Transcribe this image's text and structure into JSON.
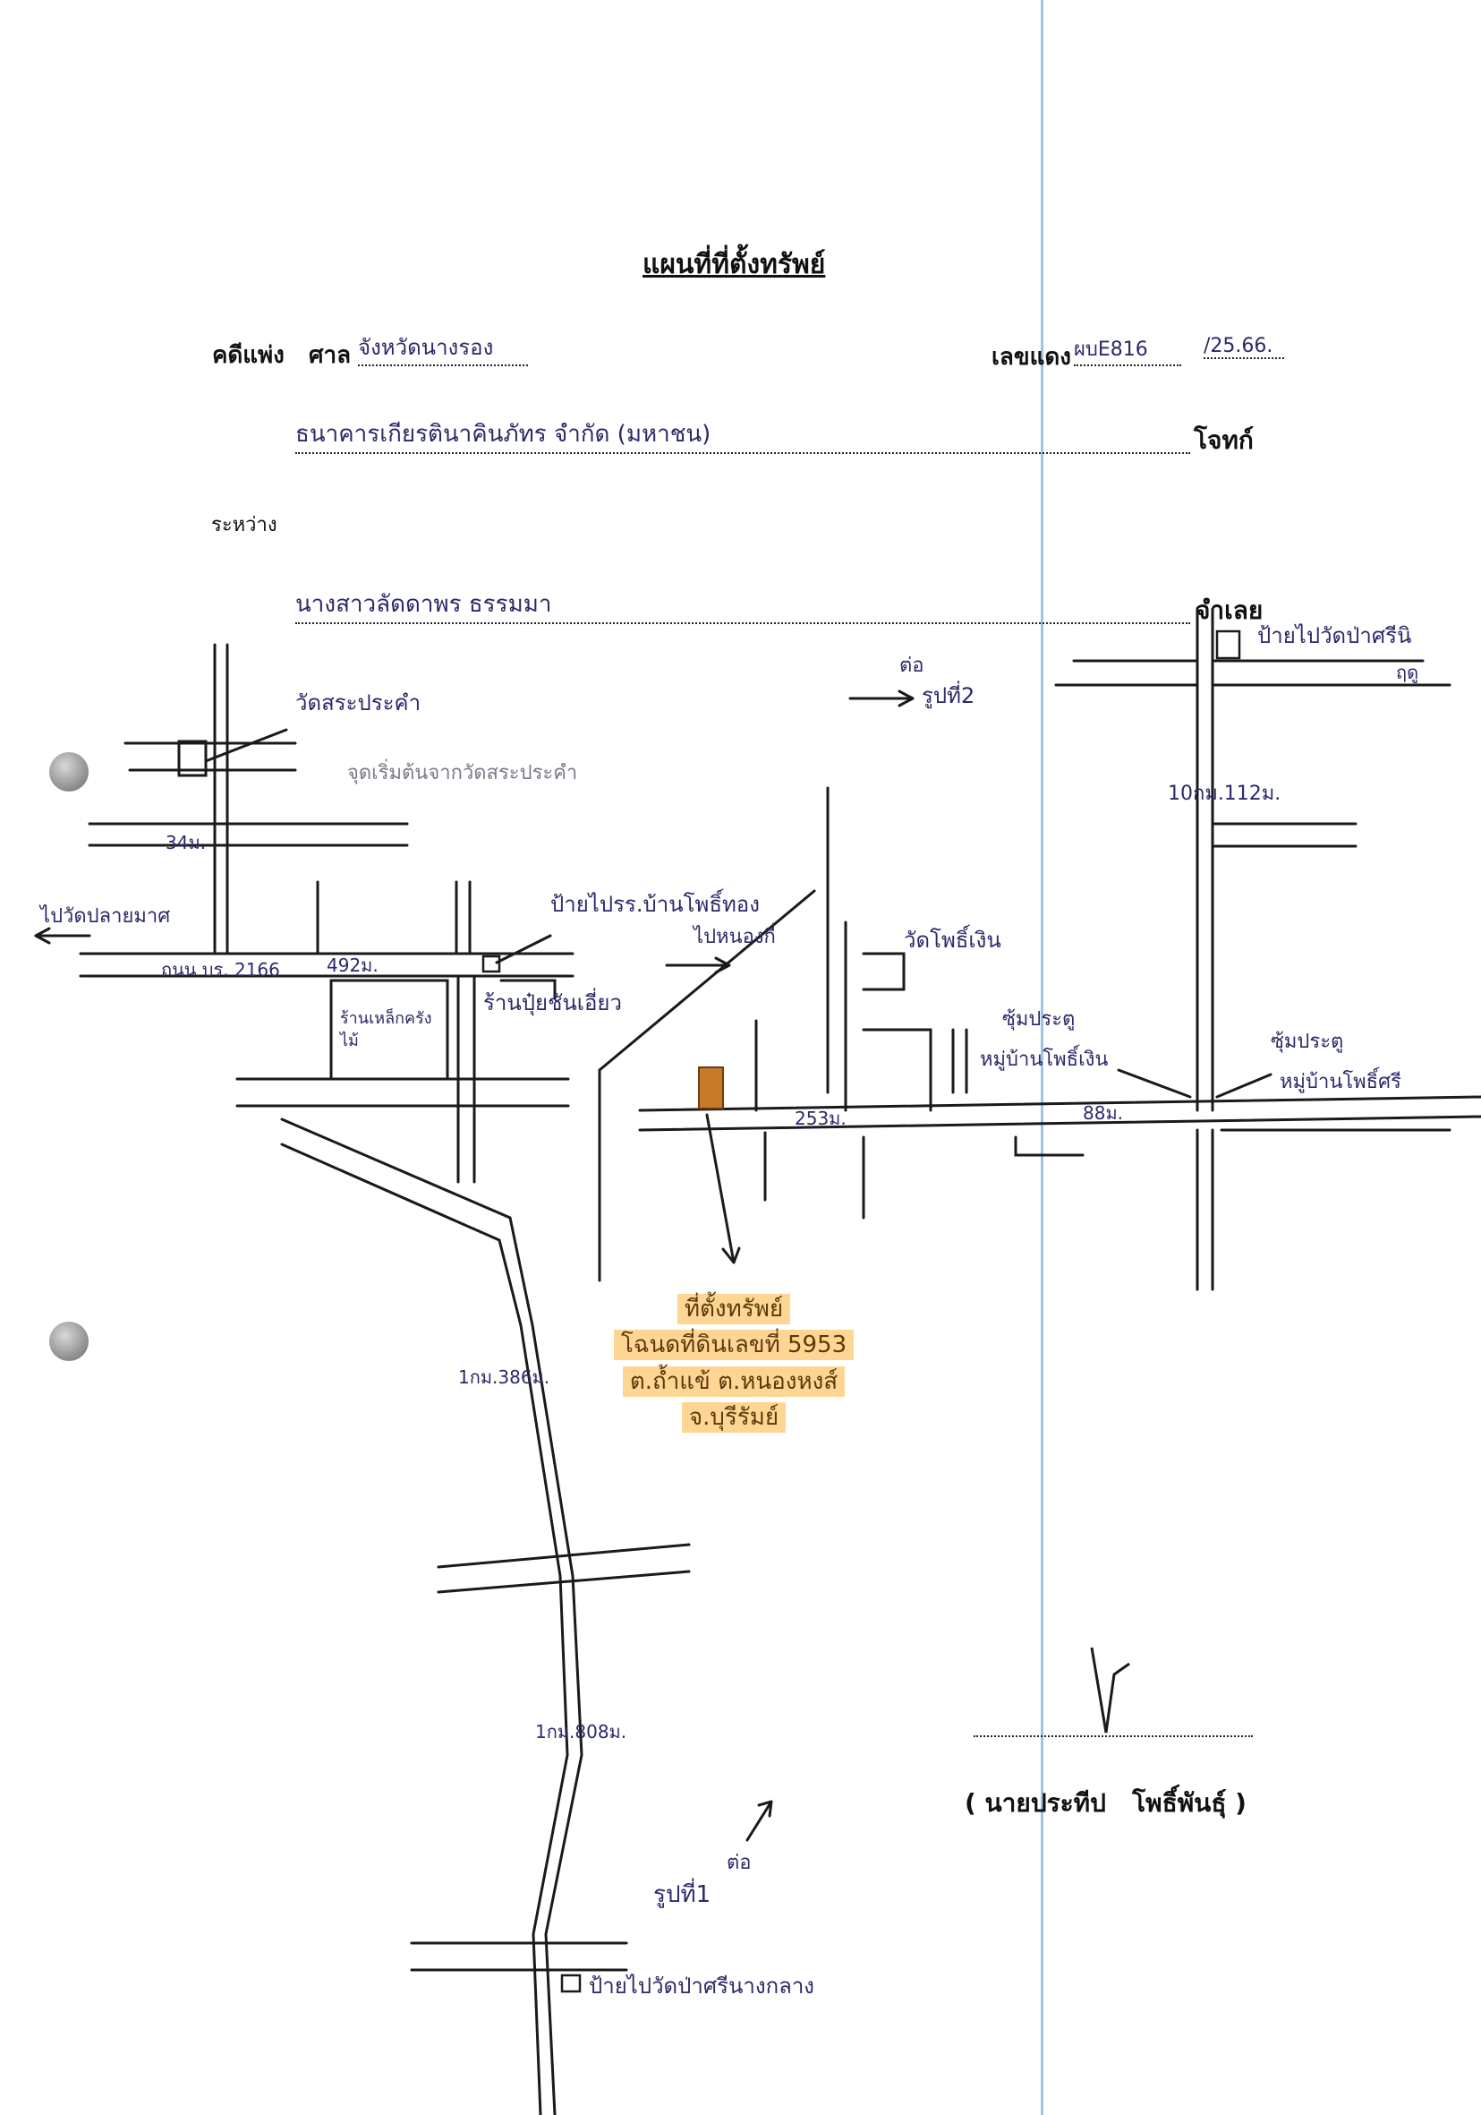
{
  "document": {
    "title": "แผนที่ที่ตั้งทรัพย์",
    "case_type": "คดีแพ่ง",
    "court_label": "ศาล",
    "court_name": "จังหวัดนางรอง",
    "red_number_label": "เลขแดง",
    "red_number_value": "ผบE816",
    "red_number_year": "/25.66.",
    "plaintiff_name": "ธนาคารเกียรตินาคินภัทร จำกัด (มหาชน)",
    "plaintiff_label": "โจทก์",
    "between_label": "ระหว่าง",
    "defendant_name": "นางสาวลัดดาพร ธรรมมา",
    "defendant_label": "จำเลย"
  },
  "map_labels": {
    "sign_wat_pa_sri": "ป้ายไปวัดป่าศรีนิ",
    "sign_wat_pa_sri_2": "ฤดู",
    "continue_fig2": "ต่อ",
    "continue_fig2_b": "รูปที่2",
    "wat_sa_prakham": "วัดสระประคำ",
    "start_point": "จุดเริ่มต้นจากวัดสระประคำ",
    "dist_10": "10กม.112ม.",
    "dist_34": "34ม.",
    "to_wat_plai": "ไปวัดปลายมาศ",
    "road_br": "ถนน บร. 2166",
    "dist_492": "492ม.",
    "sign_school": "ป้ายไปรร.บ้านโพธิ์ทอง",
    "sign_school_2": "ไปหนองกี่",
    "wat_pho_ngoen": "วัดโพธิ์เงิน",
    "shop_steel": "ร้านเหล็กครังไม้",
    "shop_rice": "ร้านปุ๋ยชันเอี่ยว",
    "arch_village": "ซุ้มประตู",
    "arch_village_2": "หมู่บ้านโพธิ์เงิน",
    "arch_village_right": "ซุ้มประตู",
    "arch_village_right_2": "หมู่บ้านโพธิ์ศรี",
    "dist_253": "253ม.",
    "dist_88": "88ม.",
    "dist_1km": "1กม.386ม.",
    "dist_1km808": "1กม.808ม.",
    "continue_fig1": "ต่อ",
    "continue_fig1_b": "รูปที่1",
    "sign_bottom": "ป้ายไปวัดป่าศรีนางกลาง"
  },
  "property": {
    "line1": "ที่ตั้งทรัพย์",
    "line2": "โฉนดที่ดินเลขที่ 5953",
    "line3": "ต.ถ้ำแข้ ต.หนองหงส์",
    "line4": "จ.บุรีรัมย์"
  },
  "signature": {
    "name": "( นายประทีป   โพธิ์พันธุ์ )"
  },
  "colors": {
    "ink": "#111111",
    "handwriting": "#2a2a6a",
    "highlight": "#ffb23c",
    "property_marker": "#c77a2a",
    "margin_line": "#9ec3e6"
  }
}
